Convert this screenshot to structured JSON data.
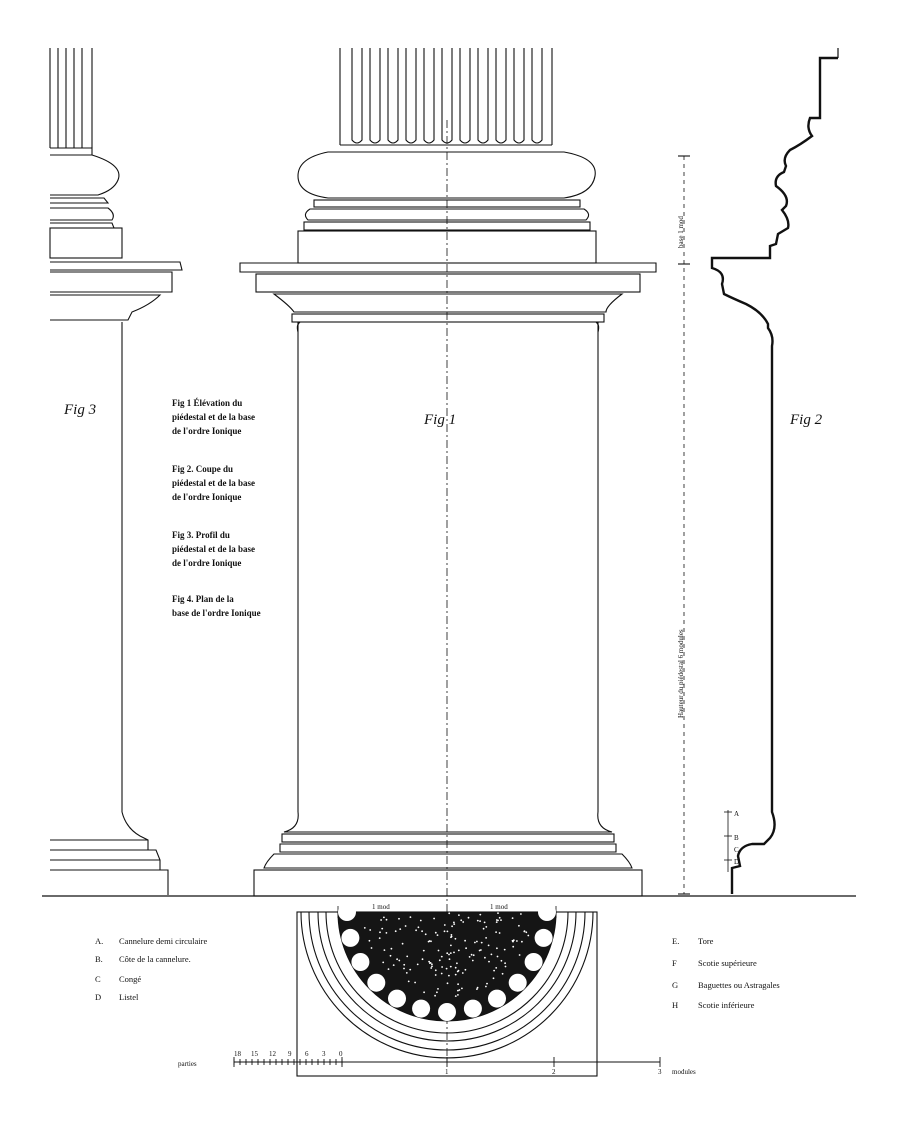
{
  "figure_labels": {
    "fig1": "Fig 1",
    "fig2": "Fig 2",
    "fig3": "Fig 3"
  },
  "captions": [
    {
      "lines": [
        "Fig 1  Élévation du",
        "piédestal et de la base",
        "de l'ordre Ionique"
      ]
    },
    {
      "lines": [
        "Fig 2.   Coupe du",
        "piédestal et de la base",
        "de l'ordre Ionique"
      ]
    },
    {
      "lines": [
        "Fig 3.   Profil du",
        "piédestal et de la base",
        "de l'ordre Ionique"
      ]
    },
    {
      "lines": [
        "Fig 4.   Plan de la",
        "base de l'ordre Ionique"
      ]
    }
  ],
  "legend_left": [
    {
      "key": "A.",
      "text": "Cannelure demi circulaire"
    },
    {
      "key": "B.",
      "text": "Côte de la cannelure."
    },
    {
      "key": "C",
      "text": "Congé"
    },
    {
      "key": "D",
      "text": "Listel"
    }
  ],
  "legend_right": [
    {
      "key": "E.",
      "text": "Tore"
    },
    {
      "key": "F",
      "text": "Scotie supérieure"
    },
    {
      "key": "G",
      "text": "Baguettes ou Astragales"
    },
    {
      "key": "H",
      "text": "Scotie inférieure"
    }
  ],
  "dimensions": {
    "base_height": "base 1 mod",
    "pedestal_height": "Hauteur du piédestal 6 modules",
    "plan_left": "1 mod",
    "plan_right": "1 mod"
  },
  "scale_bar": {
    "parties_label": "parties",
    "parties_ticks": [
      "18",
      "15",
      "12",
      "9",
      "6",
      "3",
      "0"
    ],
    "module_ticks": [
      "1",
      "2",
      "3"
    ],
    "modules_label": "modules"
  },
  "profile_letters": [
    "A",
    "B",
    "C",
    "D"
  ]
}
